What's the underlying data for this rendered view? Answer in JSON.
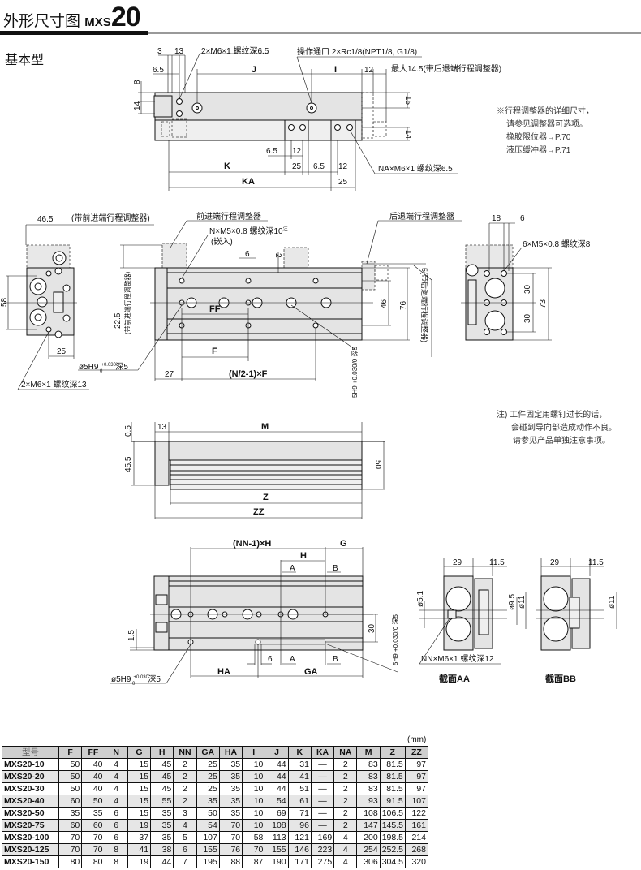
{
  "header": {
    "title_cn": "外形尺寸图",
    "title_prefix": "MXS",
    "title_size": "20",
    "subtitle": "基本型"
  },
  "view_top": {
    "d3": "3",
    "d13": "13",
    "tap_label": "2×M6×1 螺纹深6.5",
    "port_label": "操作通口 2×Rc1/8(NPT1/8, G1/8)",
    "d6_5": "6.5",
    "J": "J",
    "I": "I",
    "d12": "12",
    "max_label": "最大14.5(带后退端行程调整器)",
    "d8": "8",
    "d14a": "14",
    "d15": "15",
    "d14b": "14",
    "d6_5b": "6.5",
    "d12b": "12",
    "K": "K",
    "d25a": "25",
    "d6_5c": "6.5",
    "d12c": "12",
    "KA": "KA",
    "d25b": "25",
    "na_label_bold": "NA",
    "na_label": "×M6×1 螺纹深6.5"
  },
  "notes_top": [
    "※行程调整器的详细尺寸，",
    "请参见调整器可选项。",
    "橡胶限位器→P.70",
    "液压缓冲器→P.71"
  ],
  "view_side": {
    "d46_5": "46.5",
    "front_adj_paren": "(带前进端行程调整器)",
    "d58": "58",
    "d25": "25",
    "tap13": "2×M6×1 螺纹深13",
    "front_adj": "前进端行程调整器",
    "n_label_bold": "N",
    "n_label": "×M5×0.8 螺纹深10",
    "n_note": "注",
    "insert": "(嵌入)",
    "d6": "6",
    "d2": "2",
    "rear_adj": "后退端行程调整器",
    "d22_5": "22.5",
    "front_adj_v": "(带前进端行程调整器)",
    "FF": "FF",
    "F": "F",
    "nf_formula": "(N/2-1)×F",
    "d27": "27",
    "pin_label": "ø5H9",
    "tol_plus": "+0.030",
    "tol_zero": "0",
    "pin_depth": "深5",
    "pin_label_v": "5H9 +0.030/0 深5",
    "d46": "46",
    "d76": "76",
    "rear_v": "5(带后退端行程调整器)",
    "d18": "18",
    "d6b": "6",
    "tap8": "6×M5×0.8 螺纹深8",
    "d30a": "30",
    "d30b": "30",
    "d73": "73"
  },
  "view_front": {
    "d0_5": "0.5",
    "d13": "13",
    "M": "M",
    "d45_5": "45.5",
    "d50": "50",
    "Z": "Z",
    "ZZ": "ZZ"
  },
  "notes_mid": [
    "注) 工件固定用螺钉过长的话，",
    "会碰到导向部造成动作不良。",
    "请参见产品单独注意事项。"
  ],
  "view_bottom": {
    "nnh": "(NN-1)×H",
    "G": "G",
    "H": "H",
    "A": "A",
    "B": "B",
    "d1_5": "1.5",
    "d30": "30",
    "pin_v": "5H9 +0.030/0 深5",
    "d6": "6",
    "A2": "A",
    "B2": "B",
    "HA": "HA",
    "GA": "GA",
    "pin_label": "ø5H9",
    "tol_plus": "+0.030",
    "tol_zero": "0",
    "pin_depth": "深5"
  },
  "section_aa": {
    "d29": "29",
    "d11_5": "11.5",
    "d5_1": "ø5.1",
    "d9_5": "ø9.5",
    "d11": "ø11",
    "nn_label": "NN×M6×1 螺纹深12",
    "caption": "截面AA"
  },
  "section_bb": {
    "d29": "29",
    "d11_5": "11.5",
    "d11": "ø11",
    "caption": "截面BB"
  },
  "table": {
    "unit": "(mm)",
    "columns": [
      "型号",
      "F",
      "FF",
      "N",
      "G",
      "H",
      "NN",
      "GA",
      "HA",
      "I",
      "J",
      "K",
      "KA",
      "NA",
      "M",
      "Z",
      "ZZ"
    ],
    "rows": [
      [
        "MXS20-10",
        "50",
        "40",
        "4",
        "15",
        "45",
        "2",
        "25",
        "35",
        "10",
        "44",
        "31",
        "—",
        "2",
        "83",
        "81.5",
        "97"
      ],
      [
        "MXS20-20",
        "50",
        "40",
        "4",
        "15",
        "45",
        "2",
        "25",
        "35",
        "10",
        "44",
        "41",
        "—",
        "2",
        "83",
        "81.5",
        "97"
      ],
      [
        "MXS20-30",
        "50",
        "40",
        "4",
        "15",
        "45",
        "2",
        "25",
        "35",
        "10",
        "44",
        "51",
        "—",
        "2",
        "83",
        "81.5",
        "97"
      ],
      [
        "MXS20-40",
        "60",
        "50",
        "4",
        "15",
        "55",
        "2",
        "35",
        "35",
        "10",
        "54",
        "61",
        "—",
        "2",
        "93",
        "91.5",
        "107"
      ],
      [
        "MXS20-50",
        "35",
        "35",
        "6",
        "15",
        "35",
        "3",
        "50",
        "35",
        "10",
        "69",
        "71",
        "—",
        "2",
        "108",
        "106.5",
        "122"
      ],
      [
        "MXS20-75",
        "60",
        "60",
        "6",
        "19",
        "35",
        "4",
        "54",
        "70",
        "10",
        "108",
        "96",
        "—",
        "2",
        "147",
        "145.5",
        "161"
      ],
      [
        "MXS20-100",
        "70",
        "70",
        "6",
        "37",
        "35",
        "5",
        "107",
        "70",
        "58",
        "113",
        "121",
        "169",
        "4",
        "200",
        "198.5",
        "214"
      ],
      [
        "MXS20-125",
        "70",
        "70",
        "8",
        "41",
        "38",
        "6",
        "155",
        "76",
        "70",
        "155",
        "146",
        "223",
        "4",
        "254",
        "252.5",
        "268"
      ],
      [
        "MXS20-150",
        "80",
        "80",
        "8",
        "19",
        "44",
        "7",
        "195",
        "88",
        "87",
        "190",
        "171",
        "275",
        "4",
        "306",
        "304.5",
        "320"
      ]
    ]
  }
}
